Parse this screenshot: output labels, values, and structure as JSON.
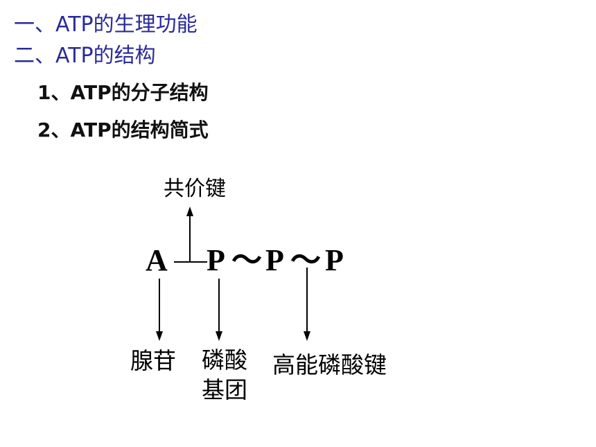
{
  "outline": {
    "item1": "一、ATP的生理功能",
    "item2": "二、ATP的结构",
    "sub1": "1、ATP的分子结构",
    "sub2": "2、ATP的结构简式"
  },
  "diagram": {
    "formula": {
      "a": "A",
      "p1": "P",
      "tilde1": "～",
      "p2": "P",
      "tilde2": "～",
      "p3": "P"
    },
    "labels": {
      "covalent_bond": "共价键",
      "adenosine": "腺苷",
      "phosphate_group_line1": "磷酸",
      "phosphate_group_line2": "基团",
      "high_energy_bond": "高能磷酸键"
    }
  }
}
